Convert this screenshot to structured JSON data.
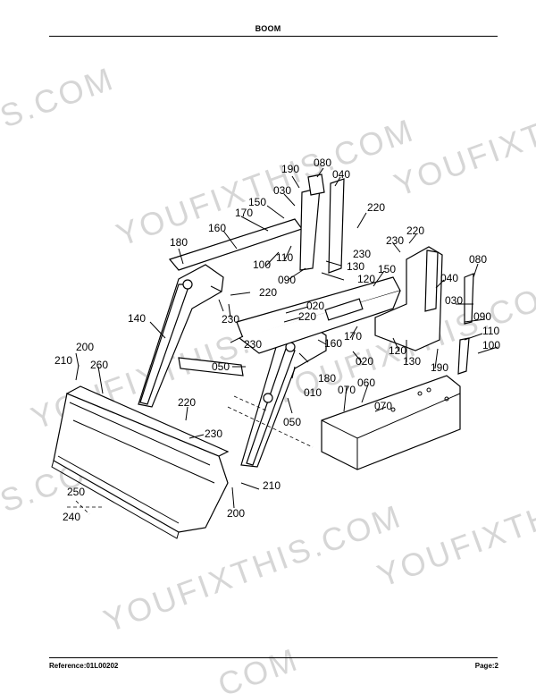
{
  "header": {
    "title": "BOOM"
  },
  "footer": {
    "reference": "Reference:01L00202",
    "page": "Page:2"
  },
  "watermark": {
    "text_main": "YOUFIXTHIS.COM",
    "text_short": ".COM",
    "text_prefix": "S.COM"
  },
  "callouts": {
    "c190a": "190",
    "c080a": "080",
    "c040a": "040",
    "c030a": "030",
    "c150a": "150",
    "c170": "170",
    "c160a": "160",
    "c180a": "180",
    "c220a": "220",
    "c230a": "230",
    "c220b": "220",
    "c100a": "100",
    "c110a": "110",
    "c130a": "130",
    "c120a": "120",
    "c090a": "090",
    "c220c": "220",
    "c230b": "230",
    "c020a": "020",
    "c220d": "220",
    "c150b": "150",
    "c080b": "080",
    "c040b": "040",
    "c030b": "030",
    "c140": "140",
    "c230c": "230",
    "c160b": "160",
    "c170b": "170",
    "c120b": "120",
    "c090b": "090",
    "c110b": "110",
    "c100b": "100",
    "c200a": "200",
    "c210a": "210",
    "c260": "260",
    "c050a": "050",
    "c180b": "180",
    "c020b": "020",
    "c130b": "130",
    "c190b": "190",
    "c010": "010",
    "c070a": "070",
    "c060": "060",
    "c070b": "070",
    "c220e": "220",
    "c050b": "050",
    "c230d": "230",
    "c250": "250",
    "c240": "240",
    "c210b": "210",
    "c200b": "200"
  }
}
